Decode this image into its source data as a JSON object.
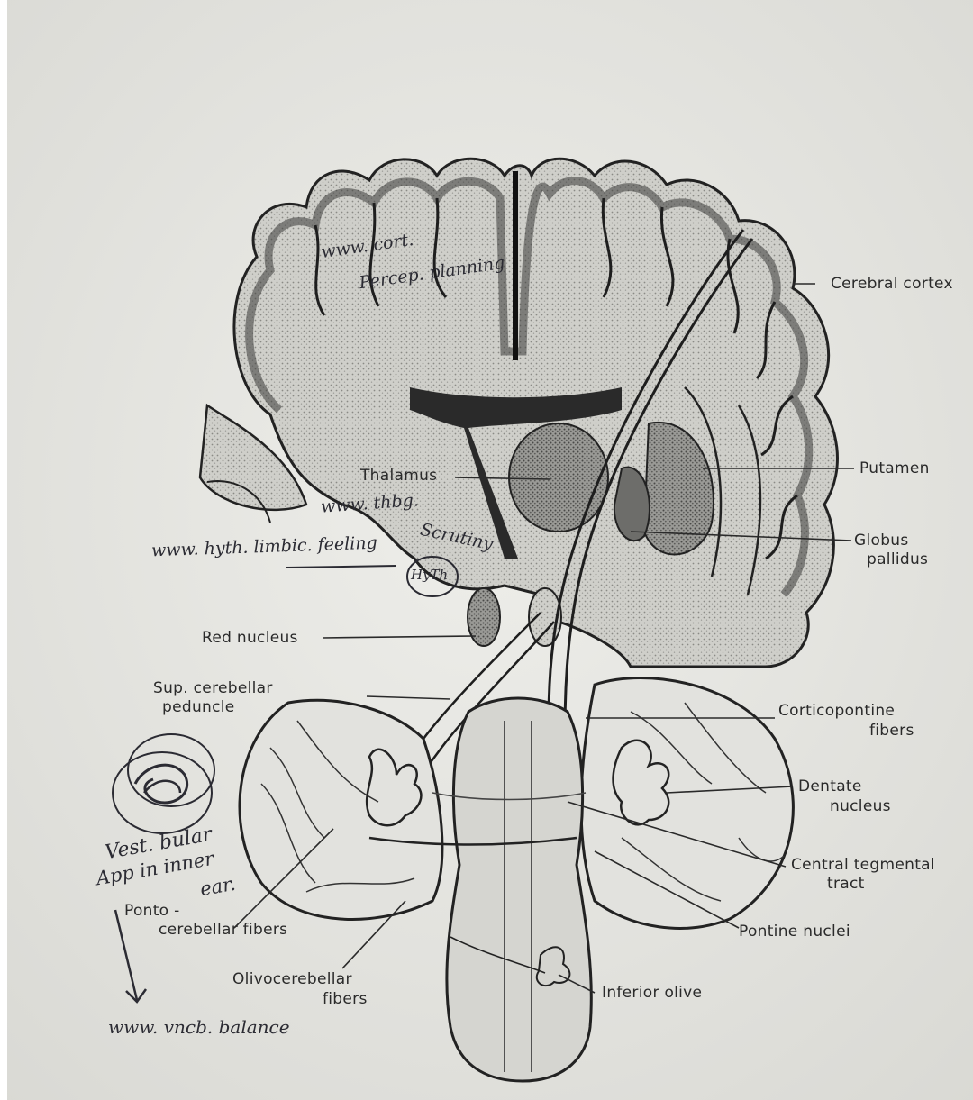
{
  "labels": {
    "cerebral_cortex": "Cerebral cortex",
    "putamen": "Putamen",
    "globus_pallidus_1": "Globus",
    "globus_pallidus_2": "pallidus",
    "thalamus": "Thalamus",
    "red_nucleus": "Red nucleus",
    "sup_cerebellar_1": "Sup. cerebellar",
    "sup_cerebellar_2": "peduncle",
    "corticopontine_1": "Corticopontine",
    "corticopontine_2": "fibers",
    "dentate_1": "Dentate",
    "dentate_2": "nucleus",
    "central_tegmental_1": "Central tegmental",
    "central_tegmental_2": "tract",
    "pontine_nuclei": "Pontine nuclei",
    "pontocerebellar_1": "Ponto -",
    "pontocerebellar_2": "cerebellar fibers",
    "olivocerebellar_1": "Olivocerebellar",
    "olivocerebellar_2": "fibers",
    "inferior_olive": "Inferior olive"
  },
  "handwritten": {
    "cortex_note_1": "www. cort.",
    "cortex_note_2": "Percep. planning",
    "thalamus_note_1": "www. thbg.",
    "thalamus_note_2": "Scrutiny",
    "hypothalamus_note": "www. hyth. limbic. feeling",
    "hyth_circle": "HyTh",
    "vestibular_1": "Vest. bular",
    "vestibular_2": "App in inner",
    "vestibular_3": "ear.",
    "balance_note": "www. vncb. balance"
  },
  "colors": {
    "paper": "#e6e6e1",
    "ink": "#2a2a2a",
    "pen": "#2b2b33"
  }
}
